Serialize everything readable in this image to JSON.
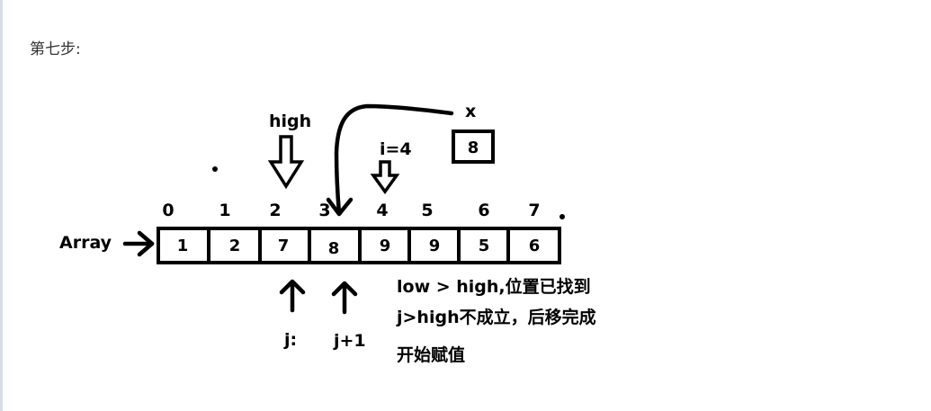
{
  "step_title": "第七步:",
  "diagram": {
    "array_label": "Array",
    "indices": [
      "0",
      "1",
      "2",
      "3",
      "4",
      "5",
      "6",
      "7"
    ],
    "values": [
      "1",
      "2",
      "7",
      "8",
      "9",
      "9",
      "5",
      "6"
    ],
    "high_label": "high",
    "i_label": "i=4",
    "x_label": "x",
    "x_value": "8",
    "j_label": "j:",
    "j1_label": "j+1",
    "notes": [
      "low > high,位置已找到",
      "j>high不成立，后移完成",
      "开始赋值"
    ]
  }
}
